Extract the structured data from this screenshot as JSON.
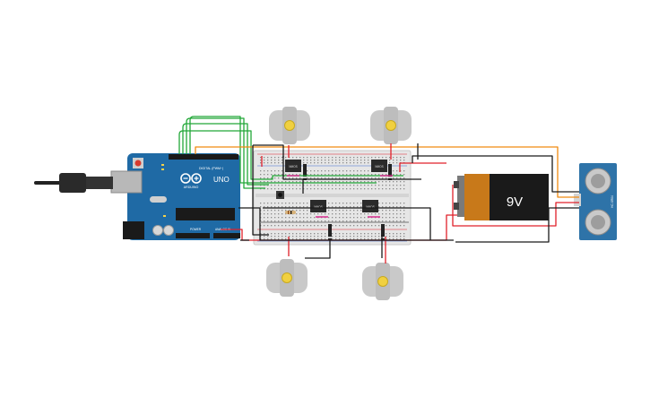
{
  "arduino": {
    "brand": "ARDUINO",
    "model": "UNO",
    "header_digital": "DIGITAL (PWM~)",
    "header_power": "POWER",
    "header_analog": "ANALOG IN",
    "board_color": "#1f6aa5"
  },
  "battery": {
    "label": "9V"
  },
  "transistors": [
    {
      "label": "NMOS"
    },
    {
      "label": "NMOS"
    },
    {
      "label": "NMOS"
    },
    {
      "label": "NMOS"
    }
  ],
  "sensor": {
    "label": "HC-SR04"
  },
  "wire_colors": {
    "red": "#e0202a",
    "black": "#1a1a1a",
    "green": "#22a838",
    "orange": "#f08a10",
    "grey": "#8a8a8a"
  }
}
